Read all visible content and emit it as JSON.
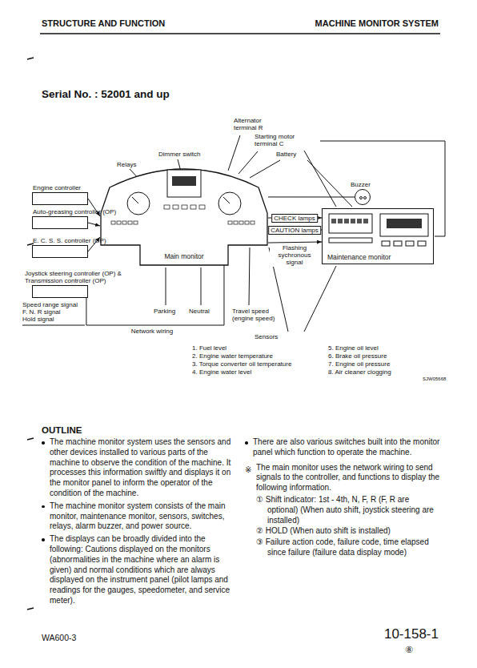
{
  "diagram": {
    "nodes": [
      {
        "text": [
          "Engine controller"
        ]
      },
      {
        "text": [
          "Auto-greasing controller (OP)"
        ]
      },
      {
        "text": [
          "E. C. S. S. controller (OP)"
        ]
      },
      {
        "text": [
          "Joystick steering controller (OP) & Transmission controller (OP)"
        ]
      },
      {
        "text": [
          "Main monitor"
        ]
      },
      {
        "text": [
          "Buzzer"
        ]
      },
      {
        "text": [
          "Maintenance monitor"
        ]
      }
    ],
    "edges": [
      {
        "from": 0,
        "to": 4,
        "arrow": "to"
      },
      {
        "from": 1,
        "to": 4,
        "arrow": "to"
      },
      {
        "from": 2,
        "to": 4,
        "arrow": "to"
      },
      {
        "from": 3,
        "to": 4,
        "label": "Network wiring",
        "arrow": "none"
      },
      {
        "from": 4,
        "to": 6,
        "label": "CHECK lamps",
        "arrow": "to"
      },
      {
        "from": 4,
        "to": 6,
        "label": "CAUTION lamps",
        "arrow": "to"
      },
      {
        "from": 4,
        "to": 6,
        "label": "Flashing sychronous signal",
        "arrow": "to"
      },
      {
        "from": 4,
        "to": 5,
        "arrow": "none"
      }
    ],
    "labels": [
      "STRUCTURE AND FUNCTION",
      "MACHINE MONITOR SYSTEM",
      "Serial No. : 52001 and up",
      "Alternator terminal R",
      "Starting motor terminal C",
      "Battery",
      "Dimmer switch",
      "Relays",
      "Parking",
      "Neutral",
      "Travel speed (engine speed)",
      "Speed range signal",
      "F. N. R signal",
      "Hold signal",
      "Sensors",
      "1. Fuel level",
      "2. Engine water temperature",
      "3. Torque converter oil temperature",
      "4. Engine water level",
      "5. Engine oil level",
      "6. Brake oil pressure",
      "7. Engine oil pressure",
      "8. Air cleaner clogging",
      "SJW05668",
      "OUTLINE",
      "The machine monitor system uses the sensors and other devices installed to various parts of the machine to observe the condition of the machine. It processes this information swiftly and displays it on the monitor panel to inform the operator of the condition of the machine.",
      "The machine monitor system consists of the main monitor, maintenance monitor, sensors, switches, relays, alarm buzzer, and power source.",
      "The displays can be broadly divided into the following: Cautions displayed on the monitors (abnormalities in the machine where an alarm is given) and normal conditions which are always displayed on the instrument panel (pilot lamps and readings for the gauges, speedometer, and service meter).",
      "There are also various switches built into the monitor panel which function to operate the machine.",
      "※",
      "The main monitor uses the network wiring to send signals to the controller, and functions to display the following information.",
      "① Shift indicator: 1st - 4th, N, F, R (F, R are optional) (When auto shift, joystick steering are installed)",
      "② HOLD (When auto shift is installed)",
      "③ Failure action code, failure code, time elapsed since failure (failure data display mode)",
      "WA600-3",
      "10-158-1",
      "⑧"
    ]
  }
}
